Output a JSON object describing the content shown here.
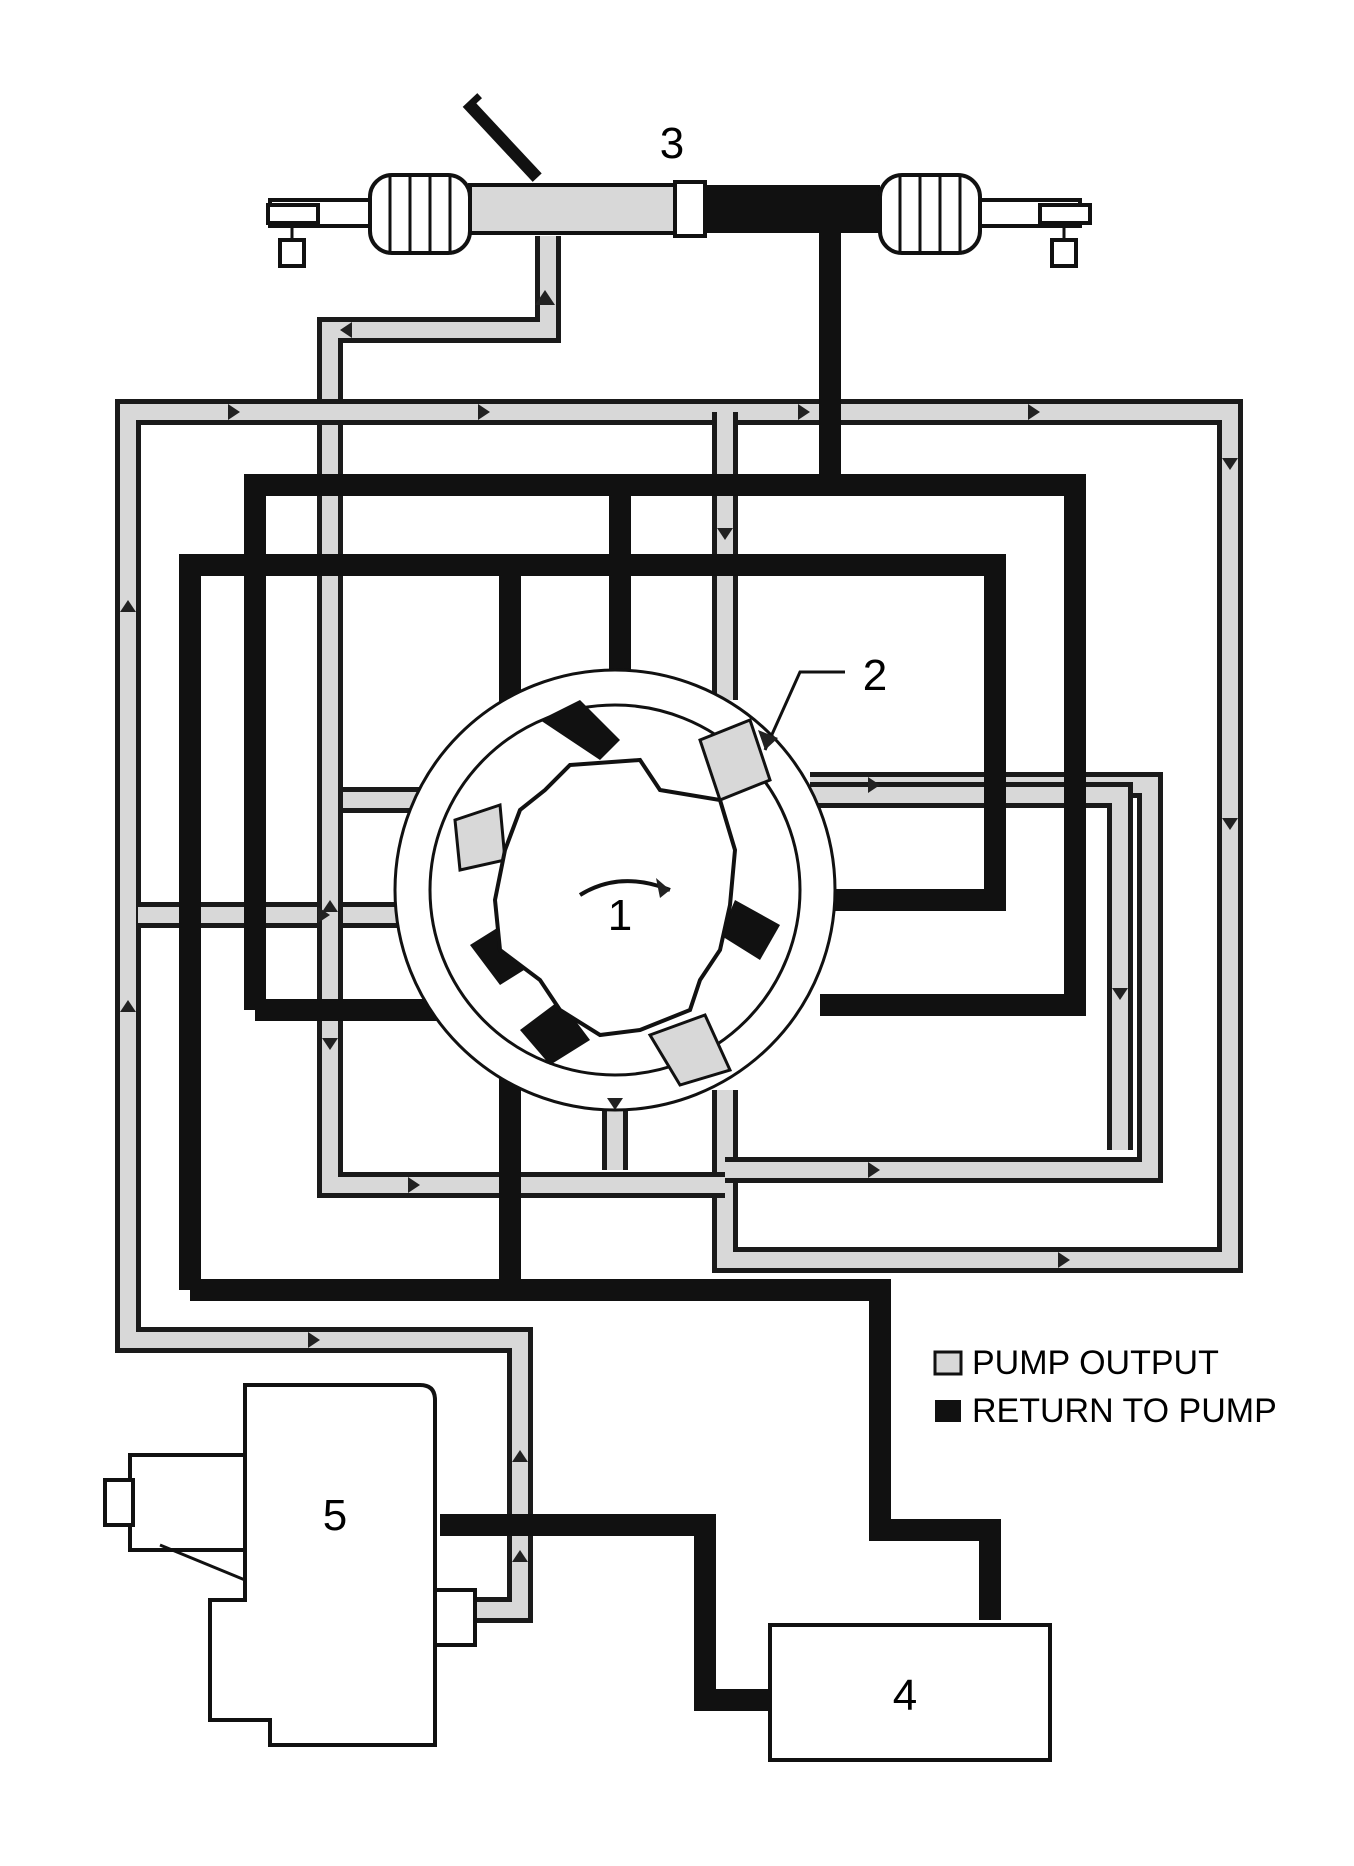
{
  "callouts": {
    "rotor": "1",
    "valve": "2",
    "rack": "3",
    "cooler": "4",
    "pump": "5"
  },
  "legend": {
    "pump_output": "PUMP OUTPUT",
    "return_to_pump": "RETURN TO PUMP"
  },
  "colors": {
    "pump_output_fill": "#d8d8d8",
    "return_fill": "#111111",
    "background": "#ffffff"
  }
}
